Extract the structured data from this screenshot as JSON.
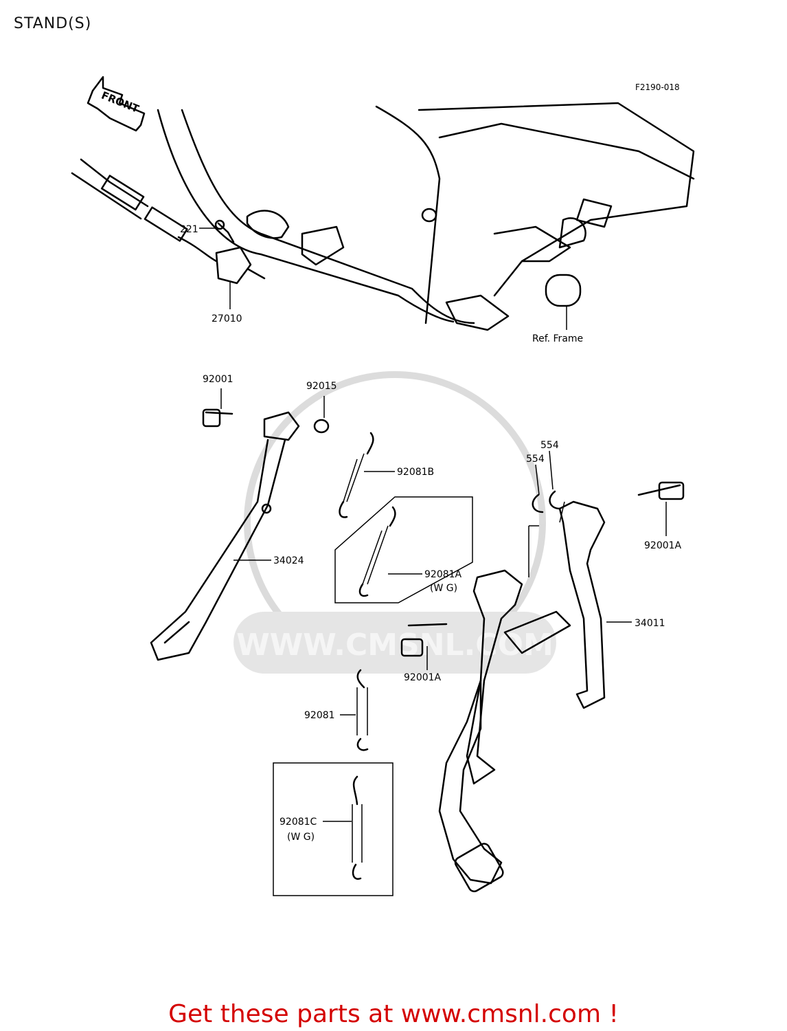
{
  "header": {
    "title": "STAND(S)"
  },
  "diagram": {
    "code": "F2190-018",
    "front_arrow": "FRONT",
    "watermark": "WWW.CMSNL.COM",
    "ref_frame": "Ref. Frame",
    "labels": {
      "p221": "221",
      "p27010": "27010",
      "p92001": "92001",
      "p92015": "92015",
      "p92081B": "92081B",
      "p92081A": "92081A",
      "p92081A_note": "(W G)",
      "p34024": "34024",
      "p554a": "554",
      "p554b": "554",
      "p92001A_right": "92001A",
      "p34011": "34011",
      "p92001A_mid": "92001A",
      "p92081": "92081",
      "p92081C": "92081C",
      "p92081C_note": "(W G)"
    }
  },
  "footer": {
    "text": "Get these parts at www.cmsnl.com !",
    "color": "#d40000"
  }
}
